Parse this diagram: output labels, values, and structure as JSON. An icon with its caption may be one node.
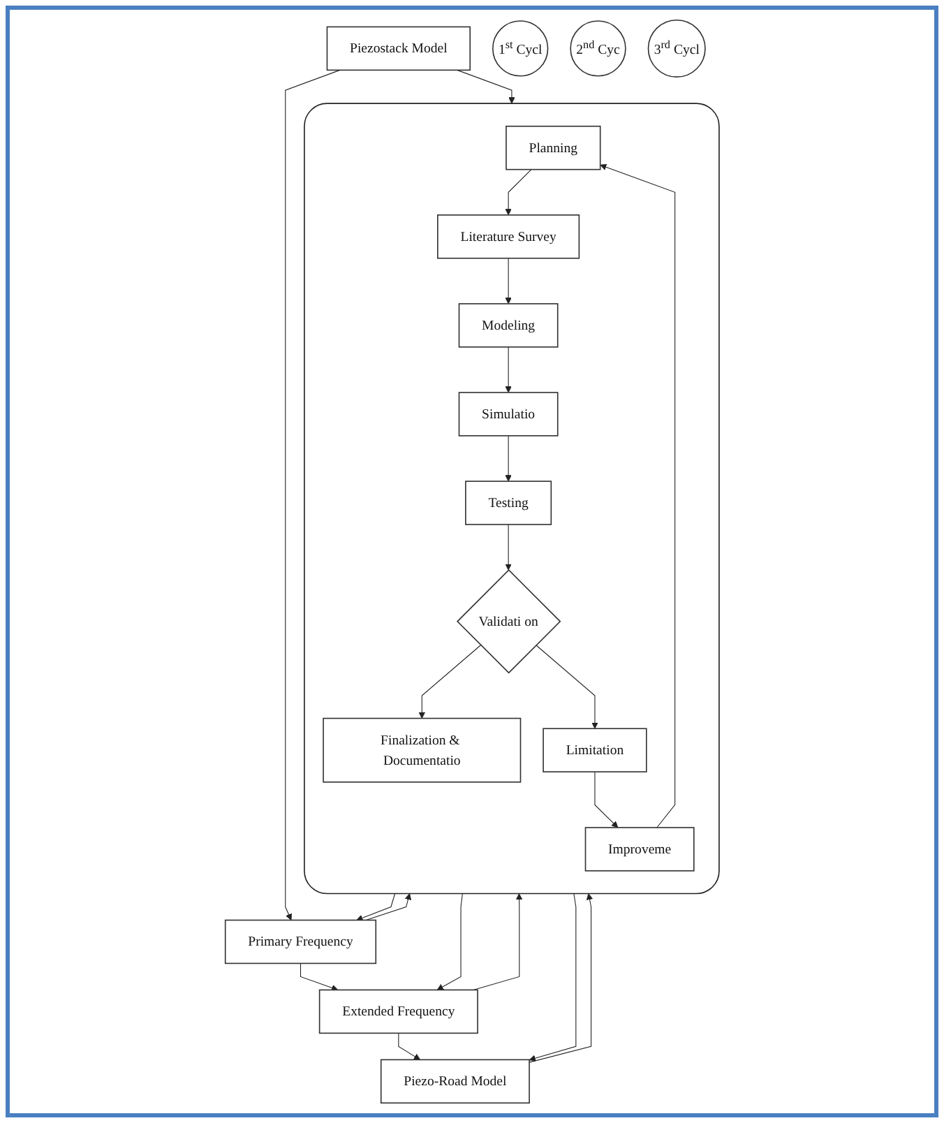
{
  "diagram": {
    "nodes": [
      {
        "text": [
          "Piezostack Model"
        ]
      },
      {
        "text": [
          "Primary Frequency"
        ]
      },
      {
        "text": [
          "Extended Frequency"
        ]
      },
      {
        "text": [
          "Piezo-Road Model"
        ]
      },
      {
        "text": [],
        "shape": "box"
      },
      {
        "text": [
          "Planning"
        ],
        "in": 4
      },
      {
        "text": [
          "Literature Survey"
        ],
        "in": 4
      },
      {
        "text": [
          "Modeling"
        ],
        "in": 4
      },
      {
        "text": [
          "Simulatio"
        ],
        "in": 4
      },
      {
        "text": [
          "Testing"
        ],
        "in": 4
      },
      {
        "text": [
          "Validati on"
        ],
        "in": 4
      },
      {
        "text": [
          "Finalization & Documentatio"
        ],
        "in": 4
      },
      {
        "text": [
          "Limitation"
        ],
        "in": 4
      },
      {
        "text": [
          "Improveme"
        ],
        "in": 4
      },
      {
        "text": [
          "1$^{st}$ Cycl"
        ]
      },
      {
        "text": [
          "2$^{nd}$ Cyc"
        ]
      },
      {
        "text": [
          "3$^{rd}$ Cycl"
        ]
      }
    ],
    "edges": [
      {
        "from": 0,
        "to": 1,
        "arrow": "to"
      },
      {
        "from": 1,
        "to": 2,
        "arrow": "to"
      },
      {
        "from": 2,
        "to": 3,
        "arrow": "to"
      },
      {
        "from": 0,
        "to": 4,
        "arrow": "to"
      },
      {
        "from": 4,
        "to": 1,
        "arrow": "to"
      },
      {
        "from": 1,
        "to": 4,
        "arrow": "to"
      },
      {
        "from": 4,
        "to": 2,
        "arrow": "to"
      },
      {
        "from": 2,
        "to": 4,
        "arrow": "to"
      },
      {
        "from": 4,
        "to": 3,
        "arrow": "to"
      },
      {
        "from": 3,
        "to": 4,
        "arrow": "to"
      },
      {
        "from": 5,
        "to": 6,
        "arrow": "to"
      },
      {
        "from": 6,
        "to": 7,
        "arrow": "to"
      },
      {
        "from": 7,
        "to": 8,
        "arrow": "to"
      },
      {
        "from": 8,
        "to": 9,
        "arrow": "to"
      },
      {
        "from": 9,
        "to": 10,
        "arrow": "to"
      },
      {
        "from": 10,
        "to": 11,
        "arrow": "to"
      },
      {
        "from": 10,
        "to": 12,
        "arrow": "to"
      },
      {
        "from": 12,
        "to": 13,
        "arrow": "to"
      },
      {
        "from": 13,
        "to": 5,
        "arrow": "to"
      }
    ]
  }
}
